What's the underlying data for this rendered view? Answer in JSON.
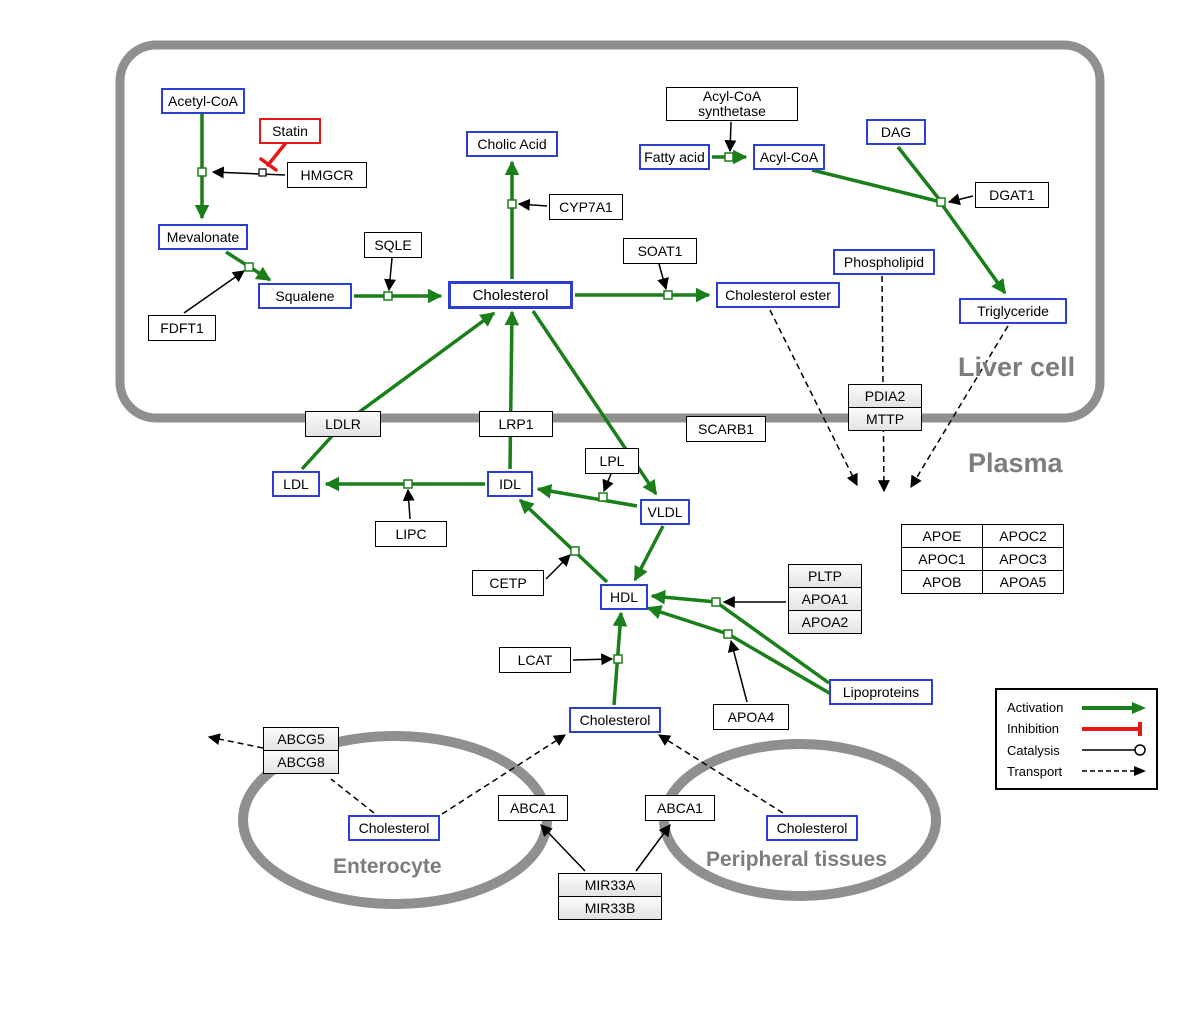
{
  "regions": {
    "liver": "Liver cell",
    "plasma": "Plasma",
    "enterocyte": "Enterocyte",
    "peripheral": "Peripheral tissues"
  },
  "nodes": {
    "acetyl_coa": "Acetyl-CoA",
    "statin": "Statin",
    "hmgcr": "HMGCR",
    "mevalonate": "Mevalonate",
    "fdft1": "FDFT1",
    "squalene": "Squalene",
    "sqle": "SQLE",
    "cholic_acid": "Cholic Acid",
    "cyp7a1": "CYP7A1",
    "cholesterol_liver": "Cholesterol",
    "soat1": "SOAT1",
    "cholesterol_ester": "Cholesterol ester",
    "acyl_coa_synthetase_line1": "Acyl-CoA",
    "acyl_coa_synthetase_line2": "synthetase",
    "fatty_acid": "Fatty acid",
    "acyl_coa2": "Acyl-CoA",
    "dag": "DAG",
    "dgat1": "DGAT1",
    "phospholipid": "Phospholipid",
    "triglyceride": "Triglyceride",
    "ldlr": "LDLR",
    "lrp1": "LRP1",
    "scarb1": "SCARB1",
    "pdia2": "PDIA2",
    "mttp": "MTTP",
    "ldl": "LDL",
    "idl": "IDL",
    "lipc": "LIPC",
    "lpl": "LPL",
    "vldl": "VLDL",
    "cetp": "CETP",
    "hdl": "HDL",
    "pltp": "PLTP",
    "apoa1": "APOA1",
    "apoa2": "APOA2",
    "lcat": "LCAT",
    "apoa4": "APOA4",
    "lipoproteins": "Lipoproteins",
    "cholesterol_plasma": "Cholesterol",
    "apoe": "APOE",
    "apoc2": "APOC2",
    "apoc1": "APOC1",
    "apoc3": "APOC3",
    "apob": "APOB",
    "apoa5": "APOA5",
    "abcg5": "ABCG5",
    "abcg8": "ABCG8",
    "cholesterol_enterocyte": "Cholesterol",
    "abca1_left": "ABCA1",
    "abca1_right": "ABCA1",
    "cholesterol_peripheral": "Cholesterol",
    "mir33a": "MIR33A",
    "mir33b": "MIR33B"
  },
  "legend": {
    "activation": "Activation",
    "inhibition": "Inhibition",
    "catalysis": "Catalysis",
    "transport": "Transport"
  },
  "colors": {
    "metabolite_border": "#2b3fd1",
    "activation_green": "#1a7f1a",
    "inhibition_red": "#e81717",
    "membrane_gray": "#8f8f8f",
    "label_gray": "#7d7d7d"
  }
}
